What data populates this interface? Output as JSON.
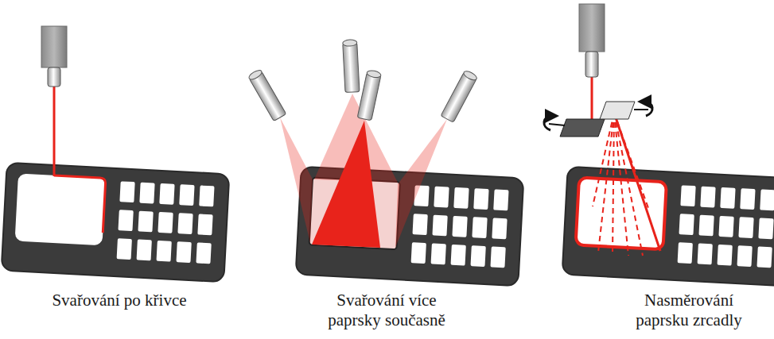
{
  "diagram": {
    "labels": [
      "Svařování po křivce",
      "Svařování více paprsky současně",
      "Nasměrování paprsku zrcadly"
    ]
  }
}
